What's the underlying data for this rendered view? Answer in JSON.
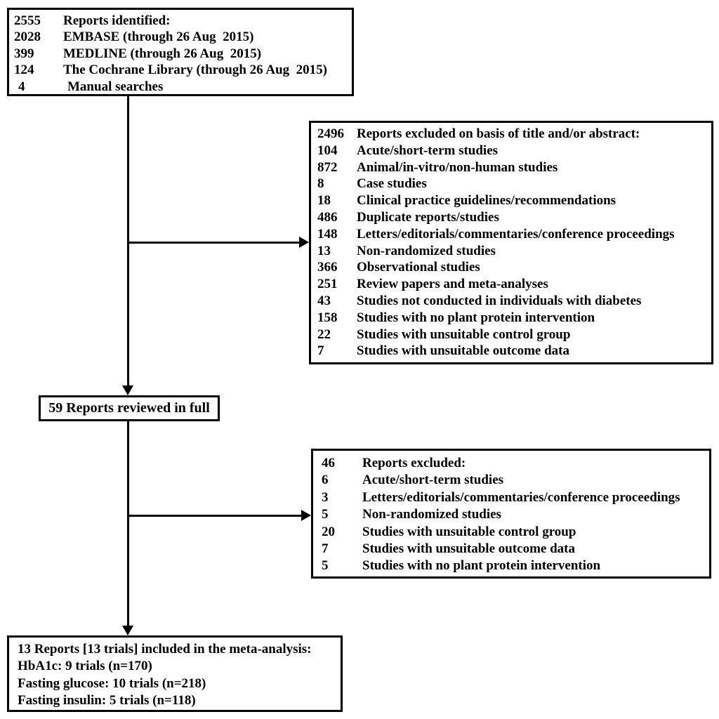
{
  "colors": {
    "line": "#000000",
    "text": "#000000",
    "background": "#ffffff"
  },
  "identified_box": {
    "rows": [
      {
        "count": "2555",
        "label": "Reports identified:"
      },
      {
        "count": "2028",
        "label": "EMBASE (through 26 Aug  2015)"
      },
      {
        "count": "399",
        "label": "MEDLINE (through 26 Aug  2015)"
      },
      {
        "count": "124",
        "label": "The Cochrane Library (through 26 Aug  2015)"
      },
      {
        "count": "4",
        "label": "Manual searches"
      }
    ]
  },
  "excluded_title_abstract_box": {
    "rows": [
      {
        "count": "2496",
        "label": "Reports excluded on basis of title and/or abstract:"
      },
      {
        "count": "104",
        "label": "Acute/short-term studies"
      },
      {
        "count": "872",
        "label": "Animal/in-vitro/non-human studies"
      },
      {
        "count": "8",
        "label": "Case studies"
      },
      {
        "count": "18",
        "label": "Clinical practice guidelines/recommendations"
      },
      {
        "count": "486",
        "label": "Duplicate reports/studies"
      },
      {
        "count": "148",
        "label": "Letters/editorials/commentaries/conference proceedings"
      },
      {
        "count": "13",
        "label": "Non-randomized studies"
      },
      {
        "count": "366",
        "label": "Observational studies"
      },
      {
        "count": "251",
        "label": "Review papers and meta-analyses"
      },
      {
        "count": "43",
        "label": "Studies not conducted in individuals with diabetes"
      },
      {
        "count": "158",
        "label": "Studies with no plant protein intervention"
      },
      {
        "count": "22",
        "label": "Studies with unsuitable control group"
      },
      {
        "count": "7",
        "label": "Studies with unsuitable outcome data"
      }
    ]
  },
  "reviewed_box": {
    "label": "59 Reports reviewed in full"
  },
  "excluded_full_review_box": {
    "rows": [
      {
        "count": "46",
        "label": "Reports excluded:"
      },
      {
        "count": "6",
        "label": "Acute/short-term studies"
      },
      {
        "count": "3",
        "label": "Letters/editorials/commentaries/conference proceedings"
      },
      {
        "count": "5",
        "label": "Non-randomized studies"
      },
      {
        "count": "20",
        "label": "Studies with unsuitable control group"
      },
      {
        "count": "7",
        "label": "Studies with unsuitable outcome data"
      },
      {
        "count": "5",
        "label": "Studies with no plant protein intervention"
      }
    ]
  },
  "included_box": {
    "lines": [
      "13 Reports [13 trials] included in the meta-analysis:",
      "HbA1c: 9 trials (n=170)",
      "Fasting glucose: 10 trials (n=218)",
      "Fasting insulin: 5 trials (n=118)"
    ]
  }
}
